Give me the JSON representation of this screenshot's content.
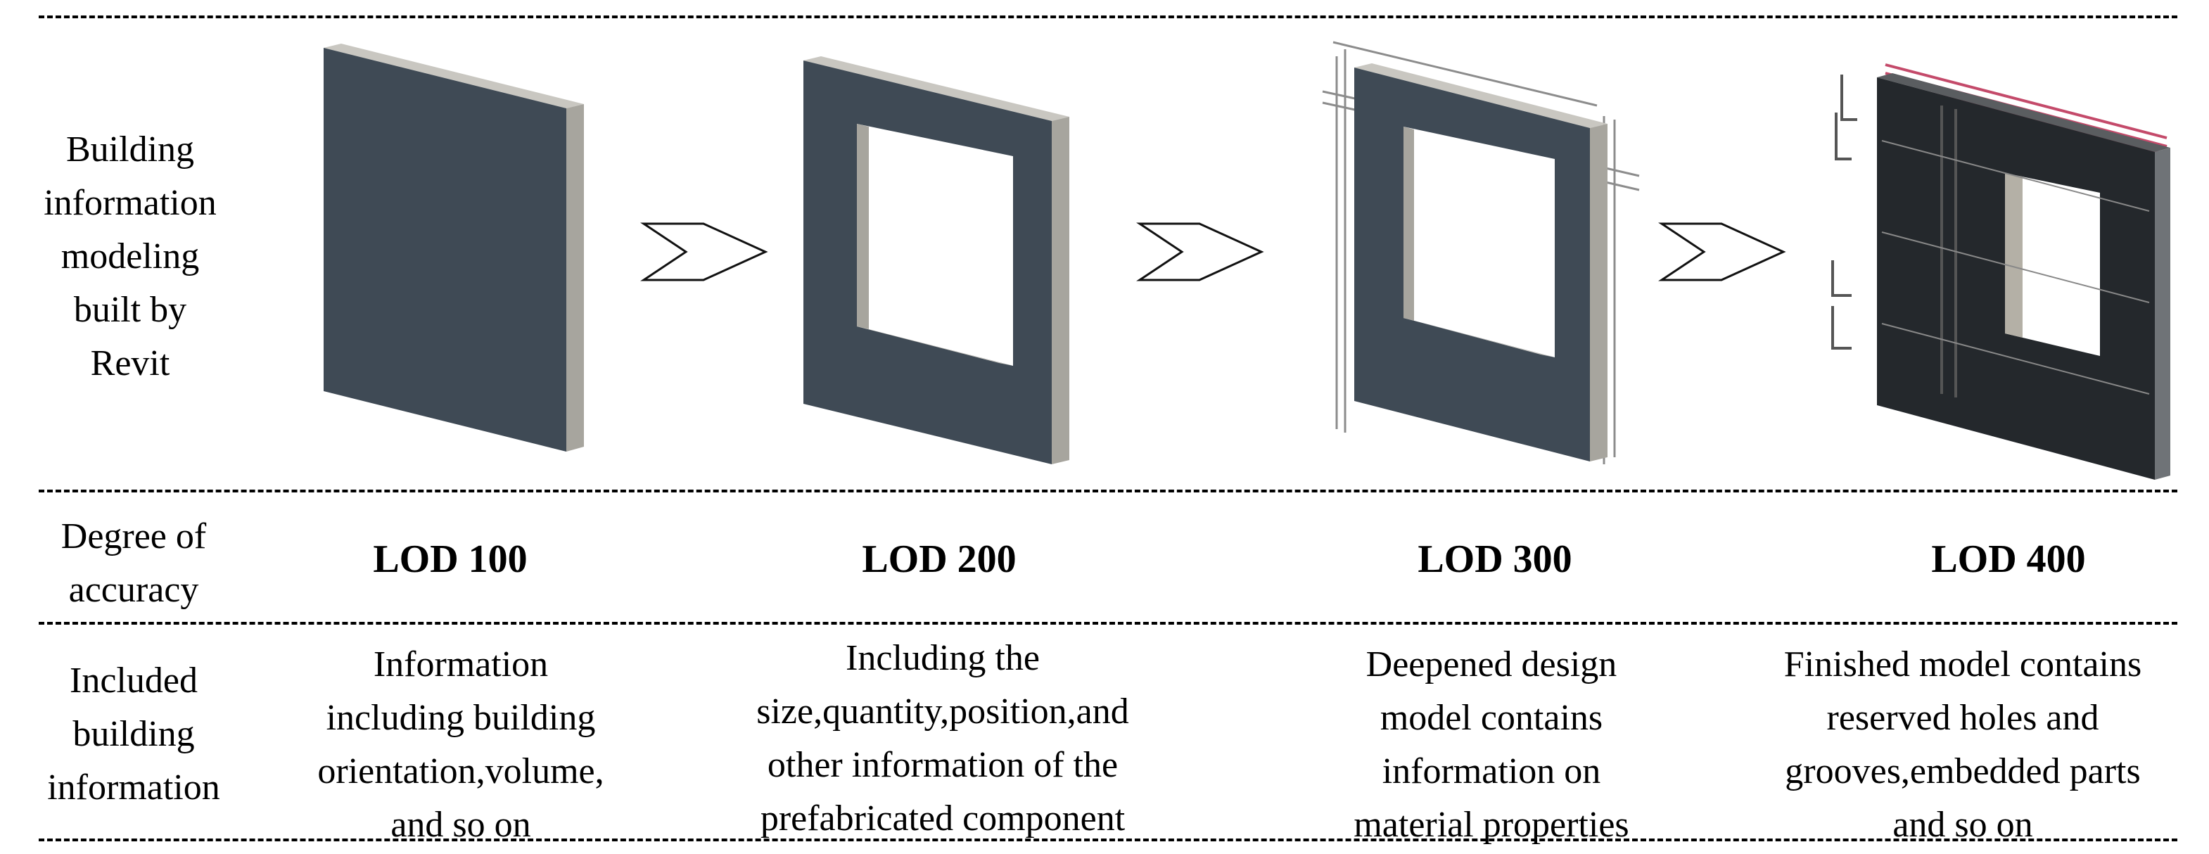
{
  "rows": {
    "model": {
      "label": "Building\ninformation\nmodeling\nbuilt by\nRevit"
    },
    "accuracy": {
      "label": "Degree of\naccuracy"
    },
    "info": {
      "label": "Included\nbuilding\ninformation"
    }
  },
  "stages": [
    {
      "lod": "LOD 100",
      "description": "Information\nincluding building\norientation,volume,\nand so on"
    },
    {
      "lod": "LOD 200",
      "description": "Including the\nsize,quantity,position,and\nother information of the\nprefabricated component"
    },
    {
      "lod": "LOD 300",
      "description": "Deepened design\nmodel contains\ninformation on\nmaterial properties"
    },
    {
      "lod": "LOD 400",
      "description": "Finished model contains\nreserved holes and\ngrooves,embedded parts\nand so on"
    }
  ],
  "colors": {
    "panel_face": "#3f4a55",
    "panel_side": "#a7a59e",
    "panel_top": "#c9c7c1",
    "rebar": "#8c8c8c",
    "lod400_face": "#24282c",
    "lod400_rebar": "#c44a6a"
  }
}
